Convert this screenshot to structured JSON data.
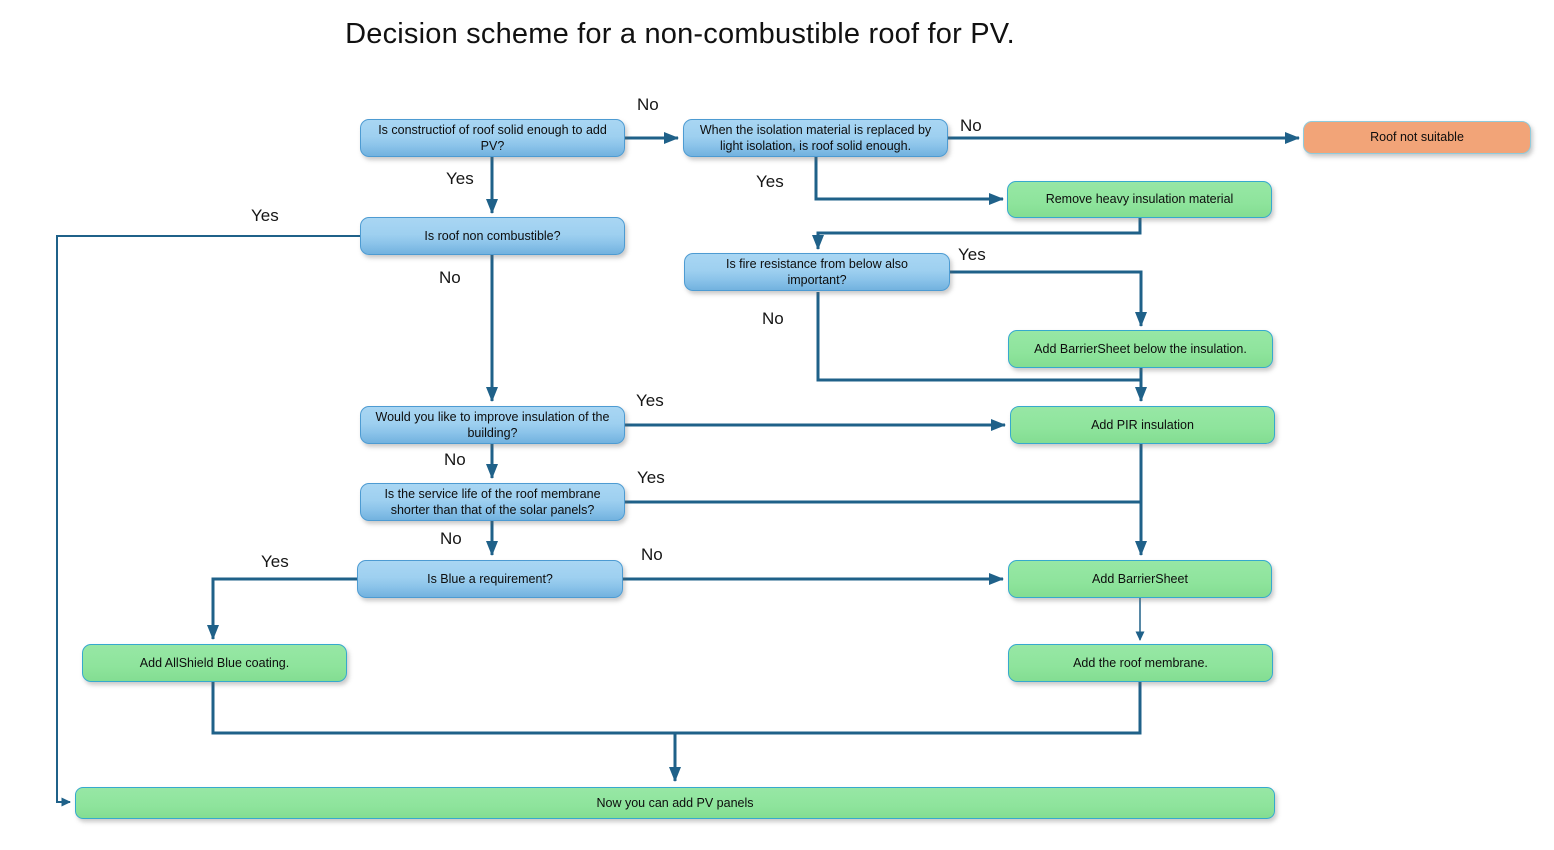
{
  "title": "Decision scheme for a non-combustible roof for PV.",
  "colors": {
    "question_fill_top": "#A9D6F3",
    "question_fill_bottom": "#72B2DF",
    "question_border": "#4D9BD2",
    "action_fill": "#8EE49C",
    "action_border": "#36A9CD",
    "stop_fill": "#F2A478",
    "stop_border": "#8FCBDC",
    "connector": "#1F6189",
    "text": "#0D0D0D"
  },
  "nodes": {
    "q_roof_solid": {
      "label": "Is constructiof of roof solid enough to add PV?",
      "type": "question"
    },
    "q_light_isolation": {
      "label": "When the isolation material is replaced by light isolation, is roof solid enough.",
      "type": "question"
    },
    "roof_not_suitable": {
      "label": "Roof not suitable",
      "type": "stop"
    },
    "remove_heavy_insulation": {
      "label": "Remove heavy insulation material",
      "type": "action"
    },
    "q_non_combustible": {
      "label": "Is roof non combustible?",
      "type": "question"
    },
    "q_fire_resistance": {
      "label": "Is fire resistance from below also important?",
      "type": "question"
    },
    "add_barriersheet_below": {
      "label": "Add BarrierSheet below the insulation.",
      "type": "action"
    },
    "q_improve_insulation": {
      "label": "Would you like to improve insulation of the building?",
      "type": "question"
    },
    "add_pir_insulation": {
      "label": "Add PIR insulation",
      "type": "action"
    },
    "q_service_life": {
      "label": "Is the service life of the roof membrane shorter than that of the solar panels?",
      "type": "question"
    },
    "q_blue_requirement": {
      "label": "Is Blue a requirement?",
      "type": "question"
    },
    "add_barriersheet": {
      "label": "Add BarrierSheet",
      "type": "action"
    },
    "add_allshield_blue": {
      "label": "Add AllShield Blue coating.",
      "type": "action"
    },
    "add_roof_membrane": {
      "label": "Add the roof membrane.",
      "type": "action"
    },
    "add_pv_panels": {
      "label": "Now you can add PV panels",
      "type": "action"
    }
  },
  "edges": [
    {
      "from": "q_roof_solid",
      "to": "q_light_isolation",
      "label": "No"
    },
    {
      "from": "q_light_isolation",
      "to": "roof_not_suitable",
      "label": "No"
    },
    {
      "from": "q_roof_solid",
      "to": "q_non_combustible",
      "label": "Yes"
    },
    {
      "from": "q_light_isolation",
      "to": "remove_heavy_insulation",
      "label": "Yes"
    },
    {
      "from": "remove_heavy_insulation",
      "to": "q_fire_resistance",
      "label": ""
    },
    {
      "from": "q_fire_resistance",
      "to": "add_barriersheet_below",
      "label": "Yes"
    },
    {
      "from": "q_fire_resistance",
      "to": "add_pir_insulation",
      "label": "No"
    },
    {
      "from": "add_barriersheet_below",
      "to": "add_pir_insulation",
      "label": ""
    },
    {
      "from": "q_non_combustible",
      "to": "add_pv_panels",
      "label": "Yes"
    },
    {
      "from": "q_non_combustible",
      "to": "q_improve_insulation",
      "label": "No"
    },
    {
      "from": "q_improve_insulation",
      "to": "add_pir_insulation",
      "label": "Yes"
    },
    {
      "from": "q_improve_insulation",
      "to": "q_service_life",
      "label": "No"
    },
    {
      "from": "q_service_life",
      "to": "add_barriersheet",
      "label": "Yes"
    },
    {
      "from": "add_pir_insulation",
      "to": "add_barriersheet",
      "label": ""
    },
    {
      "from": "q_service_life",
      "to": "q_blue_requirement",
      "label": "No"
    },
    {
      "from": "q_blue_requirement",
      "to": "add_barriersheet",
      "label": "No"
    },
    {
      "from": "q_blue_requirement",
      "to": "add_allshield_blue",
      "label": "Yes"
    },
    {
      "from": "add_barriersheet",
      "to": "add_roof_membrane",
      "label": ""
    },
    {
      "from": "add_allshield_blue",
      "to": "add_pv_panels",
      "label": ""
    },
    {
      "from": "add_roof_membrane",
      "to": "add_pv_panels",
      "label": ""
    }
  ]
}
